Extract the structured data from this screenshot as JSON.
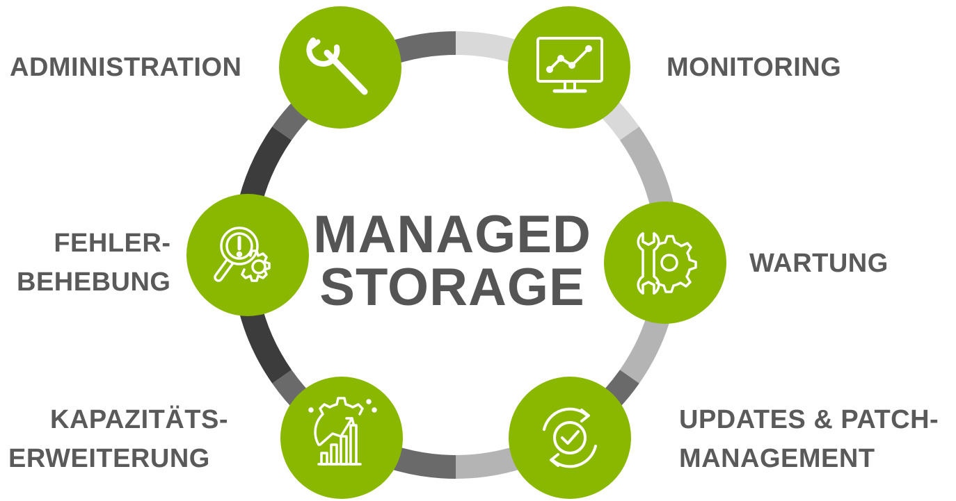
{
  "center": {
    "line1": "MANAGED",
    "line2": "STORAGE"
  },
  "nodes": [
    {
      "id": "administration",
      "lines": [
        "ADMINISTRATION"
      ],
      "icon": "wrench-icon"
    },
    {
      "id": "monitoring",
      "lines": [
        "MONITORING"
      ],
      "icon": "monitor-chart-icon"
    },
    {
      "id": "wartung",
      "lines": [
        "WARTUNG"
      ],
      "icon": "wrench-gear-icon"
    },
    {
      "id": "updates",
      "lines": [
        "UPDATES & PATCH-",
        "MANAGEMENT"
      ],
      "icon": "refresh-check-icon"
    },
    {
      "id": "kapazitaet",
      "lines": [
        "KAPAZITÄTS-",
        "ERWEITERUNG"
      ],
      "icon": "growth-gear-icon"
    },
    {
      "id": "fehler",
      "lines": [
        "FEHLER-",
        "BEHEBUNG"
      ],
      "icon": "magnifier-gear-icon"
    }
  ],
  "colors": {
    "accent_green": "#8ab800",
    "label_gray": "#5a5a5a",
    "ring_dark": "#3c3c3c",
    "ring_mid": "#6a6a6a",
    "ring_light": "#b4b4b4",
    "ring_lightest": "#d9d9d9",
    "icon_white": "#ffffff"
  }
}
